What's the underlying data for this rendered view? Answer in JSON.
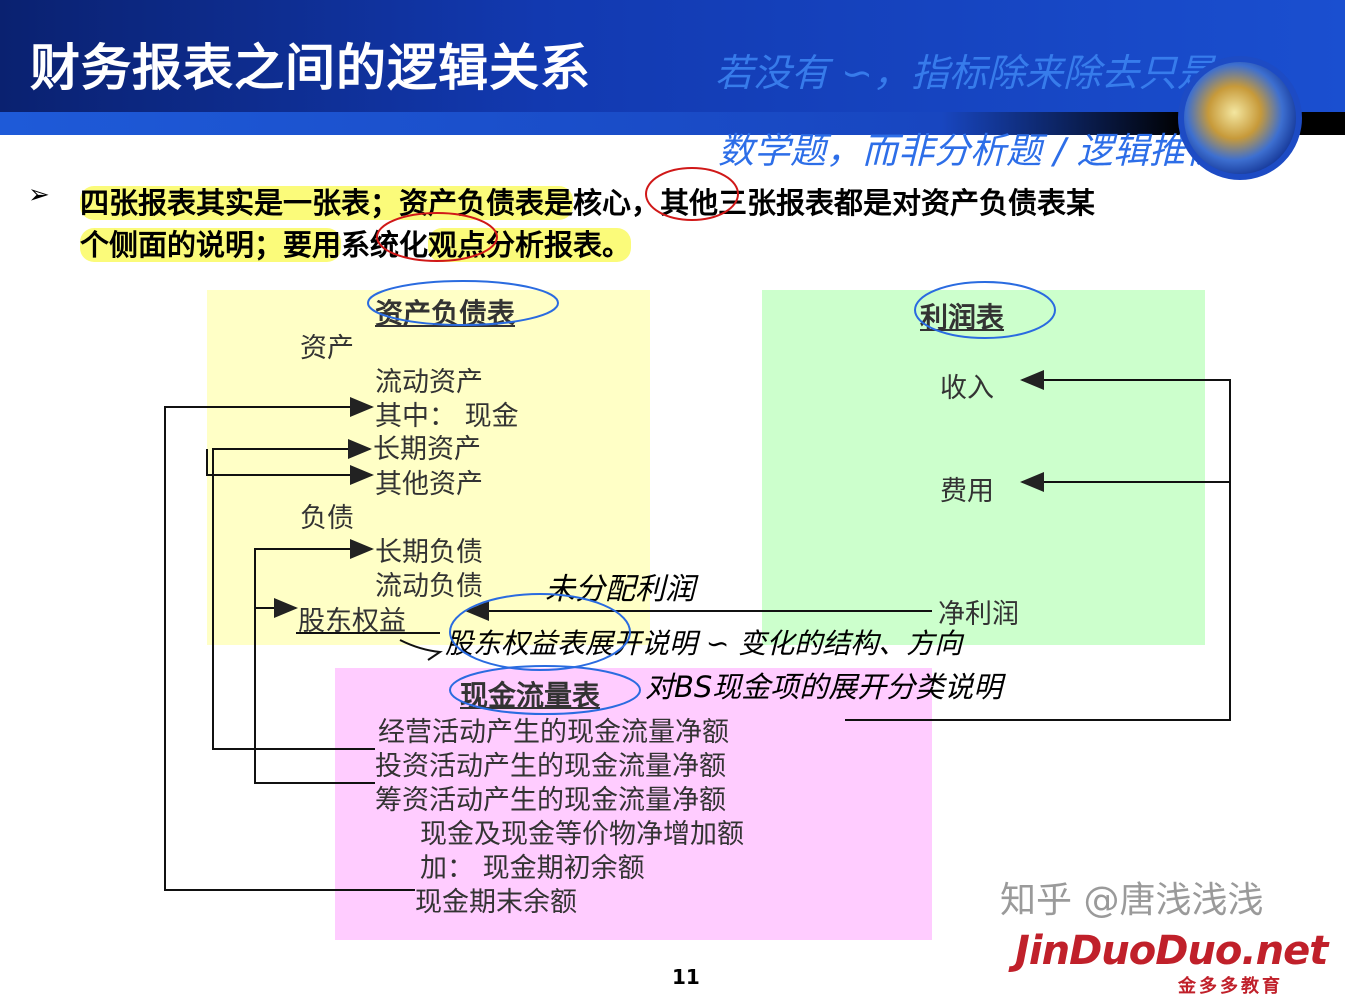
{
  "title": "财务报表之间的逻辑关系",
  "handwritten_top": [
    "若没有 ∽，指标除来除去只是",
    "数学题，而非分析题 / 逻辑推衍"
  ],
  "bullet": {
    "line1_a": "四张报表其实是一张表；资产负债表是",
    "line1_core": "核心",
    "line1_b": "，其他三张报表都是对资产负债表某",
    "line2_a": "个侧面的说明；要用",
    "line2_sys": "系统化",
    "line2_b": "观点分析报表。"
  },
  "balance_sheet": {
    "title": "资产负债表",
    "items": [
      "资产",
      "流动资产",
      "其中： 现金",
      "长期资产",
      "其他资产",
      "负债",
      "长期负债",
      "流动负债",
      "股东权益"
    ]
  },
  "income_statement": {
    "title": "利润表",
    "items": [
      "收入",
      "费用",
      "净利润"
    ]
  },
  "cash_flow": {
    "title": "现金流量表",
    "items": [
      "经营活动产生的现金流量净额",
      "投资活动产生的现金流量净额",
      "筹资活动产生的现金流量净额",
      "现金及现金等价物净增加额",
      "加： 现金期初余额",
      "现金期末余额"
    ]
  },
  "annotations": {
    "retained": "未分配利润",
    "equity_note": "股东权益表展开说明 ∽ 变化的结构、方向",
    "cf_note": "对BS现金项的展开分类说明"
  },
  "page_number": "11",
  "logo": {
    "name": "JinDuoDuo.net",
    "sub": "金多多教育"
  },
  "watermark": "知乎 @唐浅浅浅"
}
